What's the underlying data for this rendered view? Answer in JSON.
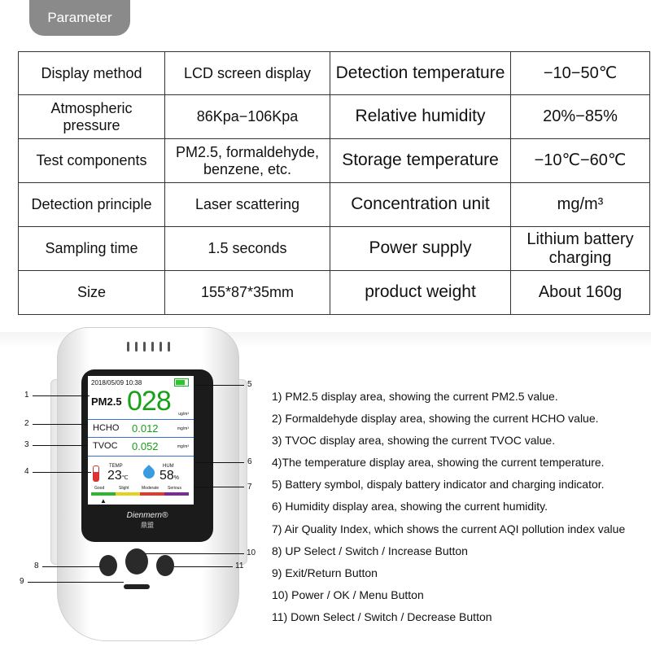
{
  "header_tab": "Parameter",
  "parameters": [
    {
      "label1": "Display method",
      "value1": "LCD screen display",
      "label2": "Detection temperature",
      "value2": "−10−50℃"
    },
    {
      "label1": "Atmospheric pressure",
      "value1": "86Kpa−106Kpa",
      "label2": "Relative humidity",
      "value2": "20%−85%"
    },
    {
      "label1": "Test components",
      "value1": "PM2.5, formaldehyde, benzene, etc.",
      "label2": "Storage temperature",
      "value2": "−10℃−60℃"
    },
    {
      "label1": "Detection principle",
      "value1": "Laser scattering",
      "label2": "Concentration unit",
      "value2": "mg/m³"
    },
    {
      "label1": "Sampling time",
      "value1": "1.5 seconds",
      "label2": "Power supply",
      "value2": "Lithium battery charging"
    },
    {
      "label1": "Size",
      "value1": "155*87*35mm",
      "label2": "product weight",
      "value2": "About 160g"
    }
  ],
  "screen": {
    "datetime": "2018/05/09  10:38",
    "pm_label": "PM2.5",
    "pm_value": "028",
    "pm_unit": "ug/m³",
    "hcho_label": "HCHO",
    "hcho_value": "0.012",
    "hcho_unit": "mg/m³",
    "tvoc_label": "TVOC",
    "tvoc_value": "0.052",
    "tvoc_unit": "mg/m³",
    "temp_label": "TEMP",
    "temp_value": "23",
    "temp_unit": "℃",
    "hum_label": "HUM",
    "hum_value": "58",
    "hum_unit": "%",
    "aqi_labels": [
      "Good",
      "Slight",
      "Moderate",
      "Serious"
    ],
    "aqi_colors": [
      "#2fb52f",
      "#e6d21c",
      "#e53a2a",
      "#7b2a9c"
    ],
    "brand": "Dienmern®",
    "brand_cn": "鼎盟"
  },
  "callout_numbers": [
    "1",
    "2",
    "3",
    "4",
    "5",
    "6",
    "7",
    "8",
    "9",
    "10",
    "11"
  ],
  "notes": [
    "1) PM2.5 display area, showing the current PM2.5 value.",
    "2) Formaldehyde display area, showing the current HCHO value.",
    "3) TVOC display area, showing the current TVOC value.",
    "4)The temperature display area, showing the current temperature.",
    "5) Battery symbol, dispaly battery indicator and charging indicator.",
    "6) Humidity display area, showing the current humidity.",
    "7) Air Quality Index, which shows the current AQI pollution index value",
    "8) UP Select / Switch  / Increase Button",
    "9) Exit/Return Button",
    "10) Power / OK / Menu Button",
    "11) Down Select / Switch / Decrease Button"
  ]
}
